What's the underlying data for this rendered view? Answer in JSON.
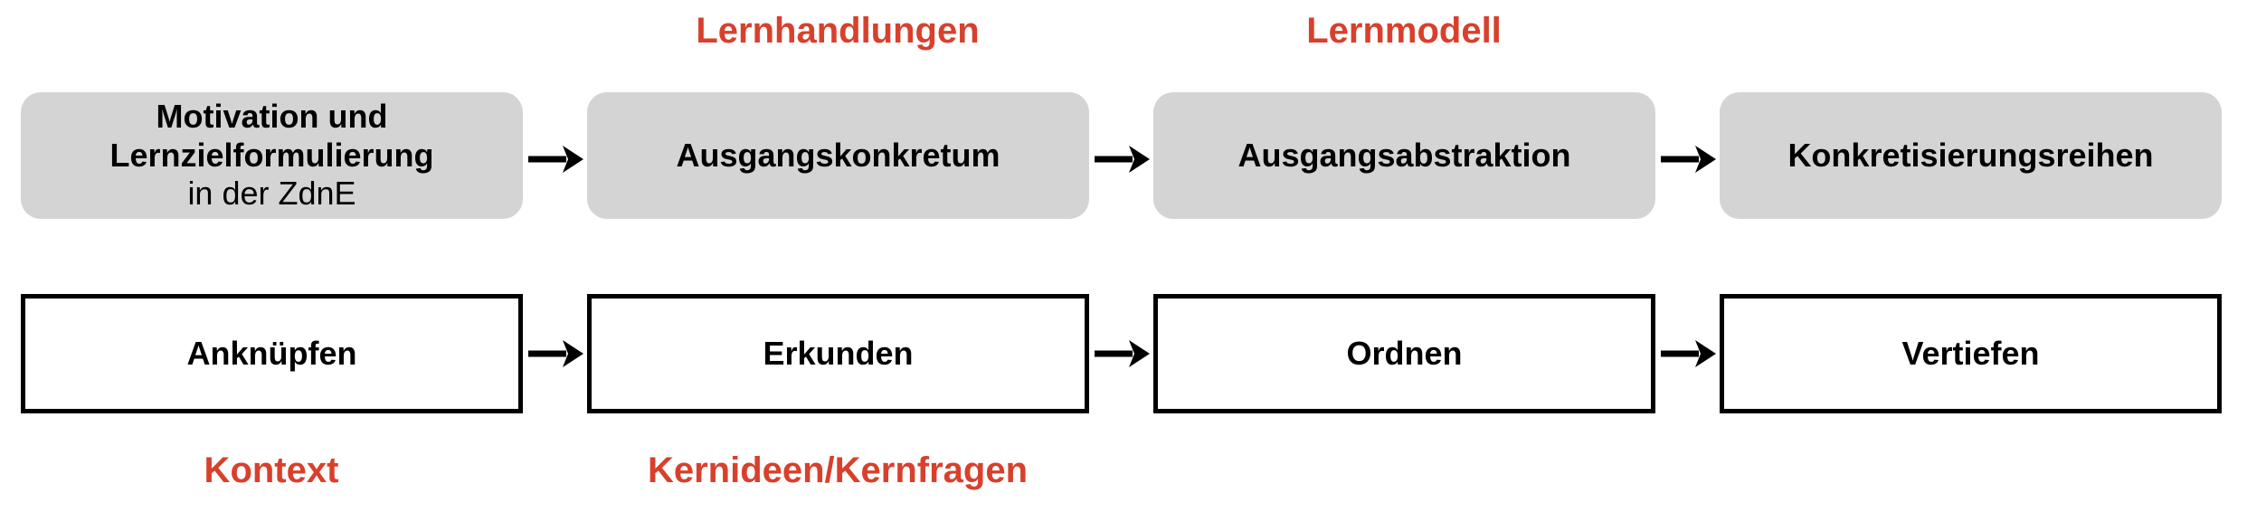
{
  "colors": {
    "accent_red": "#D8402C",
    "box_gray": "#D4D4D4",
    "box_border_black": "#000000",
    "background_white": "#FFFFFF"
  },
  "annotations": {
    "top": [
      {
        "text": "Lernhandlungen"
      },
      {
        "text": "Lernmodell"
      }
    ],
    "bottom": [
      {
        "text": "Kontext"
      },
      {
        "text": "Kernideen/Kernfragen"
      }
    ]
  },
  "top_row": {
    "boxes": [
      {
        "title": "Motivation und Lernzielformulierung",
        "subtitle": "in der ZdnE"
      },
      {
        "title": "Ausgangskonkretum",
        "subtitle": ""
      },
      {
        "title": "Ausgangsabstraktion",
        "subtitle": ""
      },
      {
        "title": "Konkretisierungsreihen",
        "subtitle": ""
      }
    ]
  },
  "bottom_row": {
    "boxes": [
      {
        "title": "Anknüpfen"
      },
      {
        "title": "Erkunden"
      },
      {
        "title": "Ordnen"
      },
      {
        "title": "Vertiefen"
      }
    ]
  },
  "icons": {
    "arrow_right": "right-arrow"
  }
}
